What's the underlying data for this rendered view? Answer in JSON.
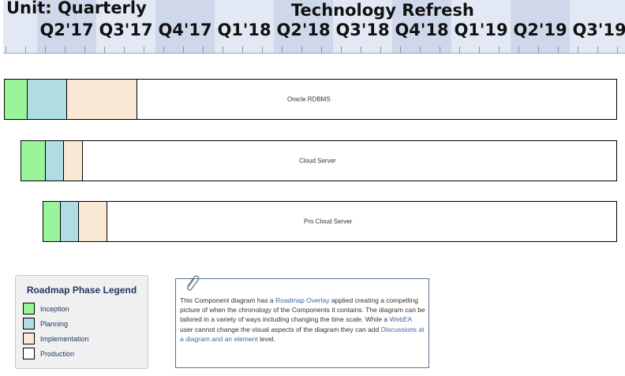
{
  "header": {
    "unit_label": "Unit: Quarterly",
    "roadmap_title": "Technology Refresh"
  },
  "timeline": {
    "periods": [
      "Q2'17",
      "Q3'17",
      "Q4'17",
      "Q1'18",
      "Q2'18",
      "Q3'18",
      "Q4'18",
      "Q1'19",
      "Q2'19",
      "Q3'19"
    ],
    "band_colors": {
      "light": "#e3e9f4",
      "dark": "#cfd8ea"
    }
  },
  "elements": [
    {
      "name": "Oracle RDBMS"
    },
    {
      "name": "Cloud Server"
    },
    {
      "name": "Pro Cloud Server"
    }
  ],
  "legend": {
    "title": "Roadmap Phase Legend",
    "items": [
      {
        "label": "Inception",
        "color": "#9af49a"
      },
      {
        "label": "Planning",
        "color": "#b0dde4"
      },
      {
        "label": "Implementation",
        "color": "#f8e8d4"
      },
      {
        "label": "Production",
        "color": "#ffffff"
      }
    ]
  },
  "note": {
    "text_1": "This Component diagram has a ",
    "link_1": "Roadmap Overlay",
    "text_2": " applied creating a compelling picture of when the chronology of the Components it contains. The diagram can be tailored in a variety of ways including changing the time scale. While a ",
    "link_2": "WebEA",
    "text_3": " user cannot change the visual aspects of the diagram they can add ",
    "link_3": "Discussions at a diagram and an element",
    "text_4": " level."
  }
}
